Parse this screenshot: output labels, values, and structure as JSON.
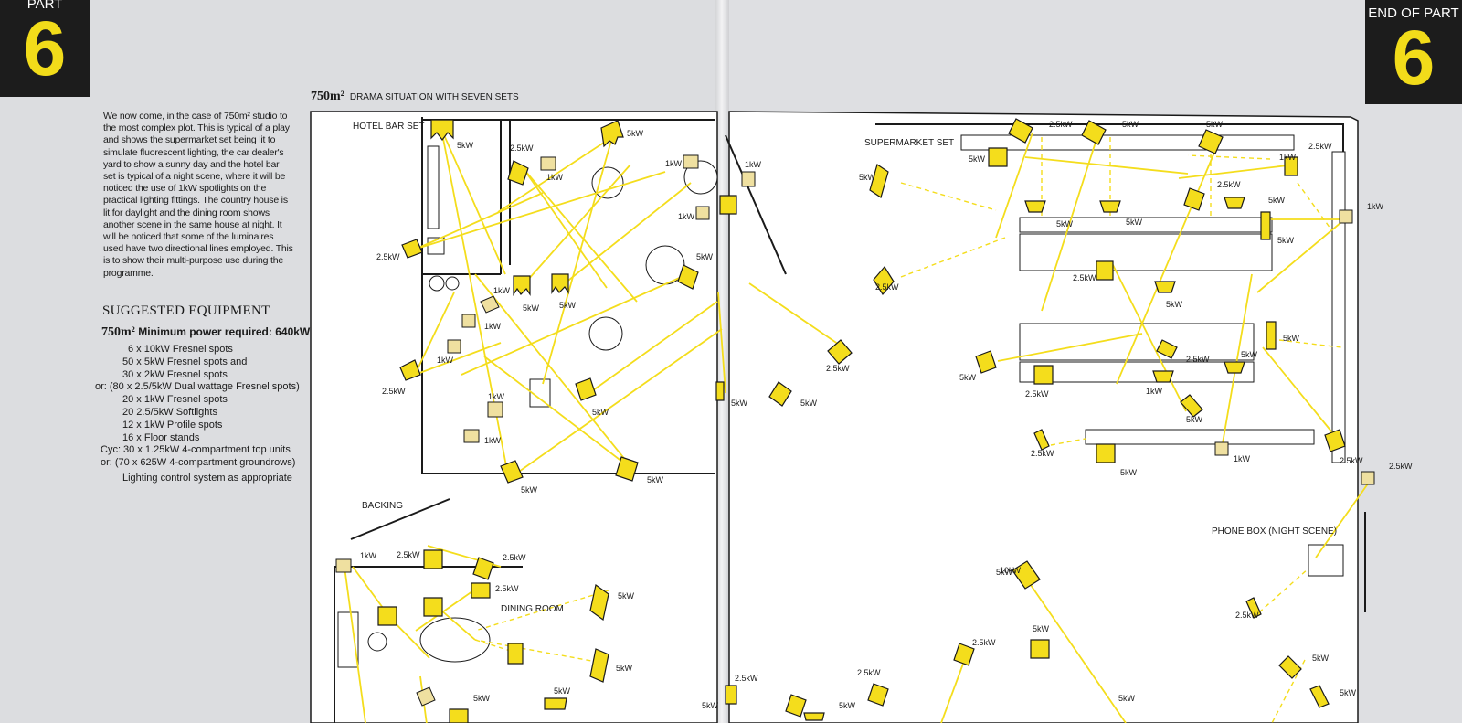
{
  "left_page": {
    "part_label": "PART",
    "part_number": "6",
    "intro": "We now come, in the case of 750m² studio to the most complex plot. This is typical of a play and shows the supermarket set being lit to simulate fluorescent lighting, the car dealer's yard to show a sunny day and the hotel bar set is typical of a night scene, where it will be noticed the use of 1kW spotlights on the practical lighting fittings. The country house is lit for daylight and the dining room shows another scene in the same house at night. It will be noticed that some of the luminaires used have two directional lines employed. This is to show their multi-purpose use during the programme.",
    "equipment_heading": "SUGGESTED EQUIPMENT",
    "power_area": "750m²",
    "power_text": "Minimum power required: 640kW",
    "equipment": [
      "6 x 10kW Fresnel spots",
      "50 x 5kW Fresnel spots and",
      "30 x 2kW Fresnel spots",
      "or:  (80 x 2.5/5kW Dual wattage Fresnel spots)",
      "20 x 1kW Fresnel spots",
      "20 2.5/5kW Softlights",
      "12 x 1kW Profile spots",
      "16 x Floor stands",
      "Cyc: 30 x 1.25kW 4-compartment top units",
      "or:  (70 x 625W 4-compartment groundrows)",
      "Lighting control system as appropriate"
    ]
  },
  "right_page": {
    "end_label": "END OF PART",
    "part_number": "6"
  },
  "diagram": {
    "area": "750m²",
    "title": "DRAMA SITUATION WITH SEVEN SETS",
    "sets": {
      "hotel_bar": "HOTEL BAR SET",
      "backing": "BACKING",
      "dining_room": "DINING ROOM",
      "supermarket": "SUPERMARKET SET",
      "phone_box": "PHONE BOX (NIGHT SCENE)"
    },
    "lamp_labels": [
      "5kW",
      "2.5kW",
      "1kW",
      "2.5kW",
      "5kW",
      "1kW",
      "1kW",
      "5kW",
      "1kW",
      "2.5kW",
      "5kW",
      "5kW",
      "5kW",
      "1kW",
      "1kW",
      "1kW",
      "2.5kW",
      "1kW",
      "1kW",
      "5kW",
      "5kW",
      "5kW",
      "2.5kW",
      "5kW",
      "5kW",
      "1kW",
      "2.5kW",
      "2.5kW",
      "2.5kW",
      "2.5kW",
      "2.5kW",
      "5kW",
      "5kW",
      "2.5kW",
      "5kW",
      "1kW",
      "5kW",
      "5kW",
      "2.5kW",
      "5kW",
      "2.5kW",
      "5kW",
      "5kW",
      "2.5kW",
      "2.5kW",
      "5kW",
      "5kW",
      "1kW",
      "5kW",
      "5kW",
      "5kW",
      "2.5kW",
      "5kW",
      "5kW",
      "5kW",
      "5kW",
      "2.5kW",
      "5kW",
      "1kW",
      "2.5kW",
      "1kW",
      "10kW",
      "2.5kW",
      "5kW",
      "2.5kW",
      "5kW",
      "5kW",
      "5kW",
      "5kW",
      "2.5kW",
      "5kW"
    ]
  }
}
